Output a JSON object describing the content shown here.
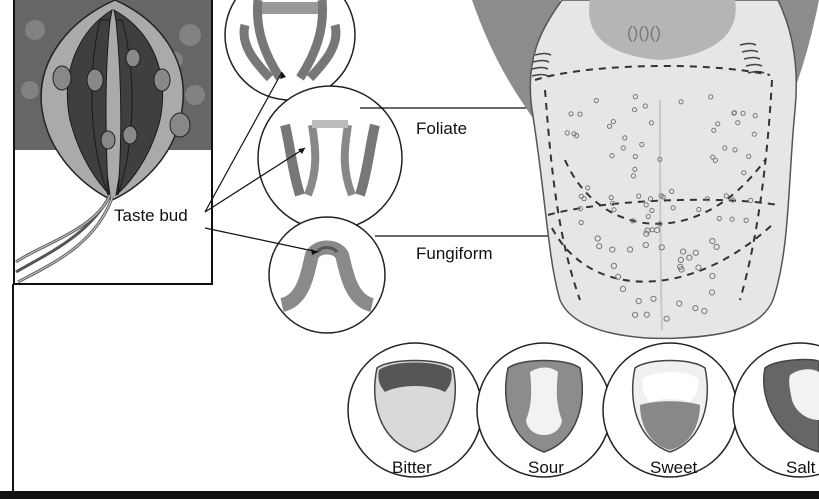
{
  "labels": {
    "taste_bud": "Taste bud",
    "foliate": "Foliate",
    "fungiform": "Fungiform",
    "circumvallate_marks": "()()()"
  },
  "taste_maps": [
    {
      "label": "Bitter"
    },
    {
      "label": "Sour"
    },
    {
      "label": "Sweet"
    },
    {
      "label": "Salt"
    }
  ],
  "colors": {
    "tongue_fill": "#e6e6e6",
    "tissue_dark": "#6f6f6f",
    "tissue_mid": "#9a9a9a",
    "outline": "#222222"
  }
}
